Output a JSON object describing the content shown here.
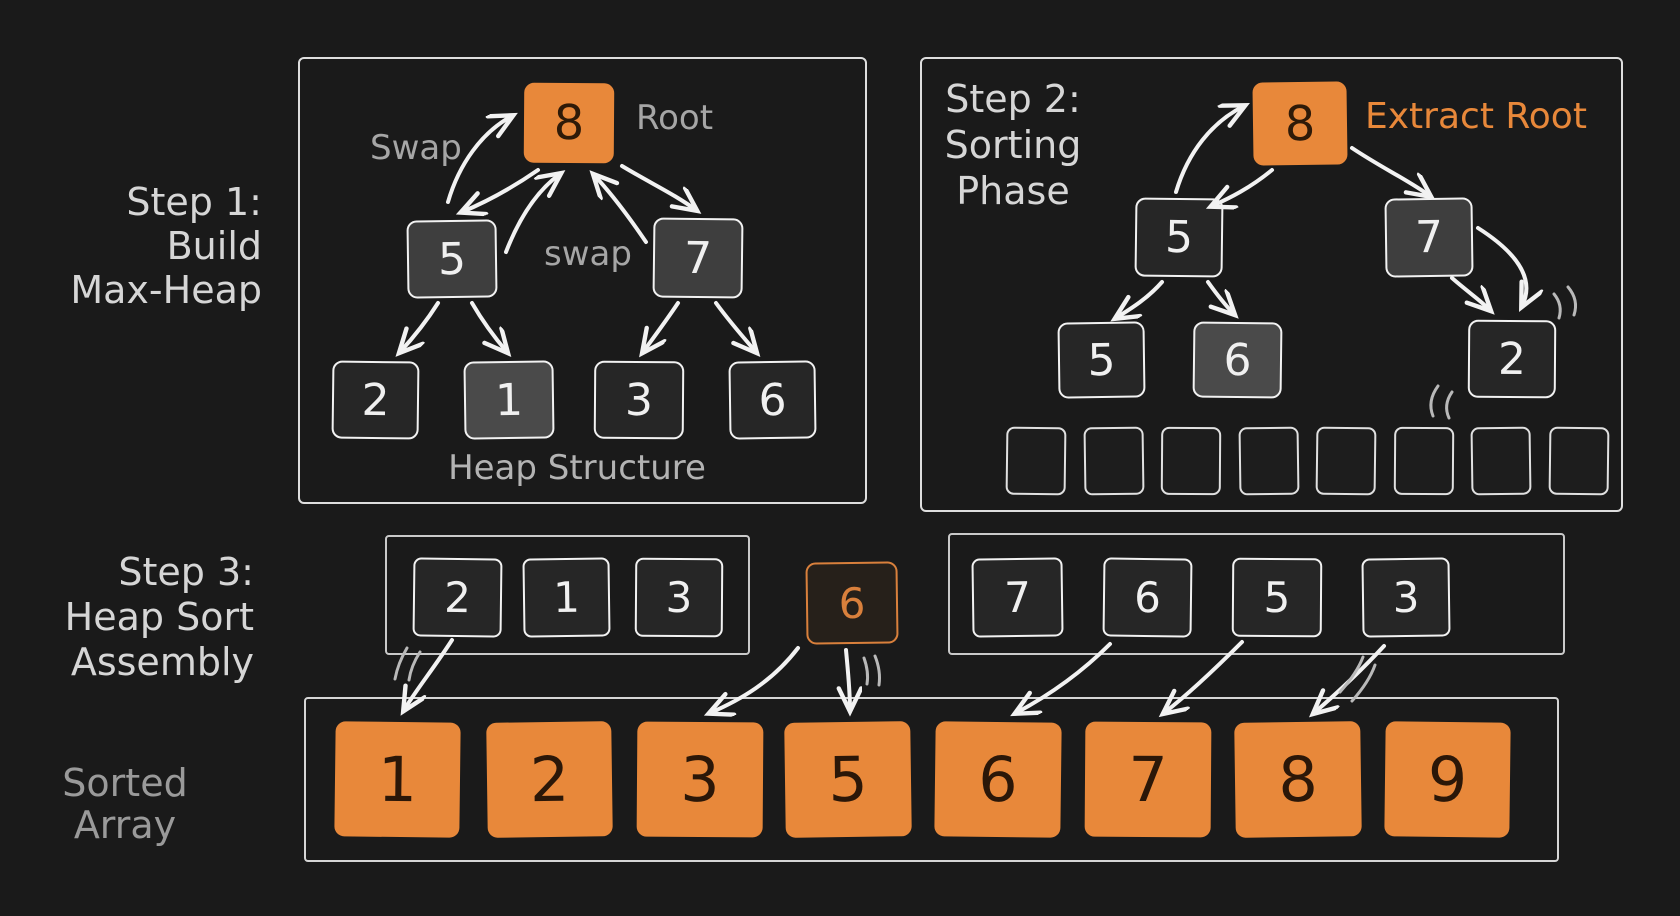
{
  "colors": {
    "background": "#1a1a1a",
    "accent_orange": "#e8883a",
    "node_gray": "#3e3e3e",
    "node_dark": "#262626",
    "node_light": "#4a4a4a",
    "stroke_white": "#f2f2f2",
    "label_gray": "#a6a6a6",
    "step_label": "#d6d6d6",
    "number_on_orange": "#2b1708"
  },
  "step1": {
    "label_lines": [
      "Step 1:",
      "Build",
      "Max-Heap"
    ],
    "root_label": "Root",
    "swap_upper": "Swap",
    "swap_lower": "swap",
    "caption": "Heap Structure",
    "tree": {
      "root": "8",
      "left_child": "5",
      "right_child": "7",
      "leaves": [
        "2",
        "1",
        "3",
        "6"
      ]
    }
  },
  "step2": {
    "label_lines": [
      "Step 2:",
      "Sorting",
      "Phase"
    ],
    "extract_label": "Extract Root",
    "tree": {
      "root": "8",
      "left_child": "5",
      "right_child": "7",
      "leaves": [
        "5",
        "6",
        "2"
      ]
    },
    "empty_slot_count": 8
  },
  "step3": {
    "label_lines": [
      "Step 3:",
      "Heap Sort",
      "Assembly"
    ],
    "left_array": [
      "2",
      "1",
      "3"
    ],
    "extracted_value": "6",
    "right_array": [
      "7",
      "6",
      "5",
      "3"
    ]
  },
  "sorted": {
    "label_lines": [
      "Sorted",
      "Array"
    ],
    "values": [
      "1",
      "2",
      "3",
      "5",
      "6",
      "7",
      "8",
      "9"
    ]
  }
}
